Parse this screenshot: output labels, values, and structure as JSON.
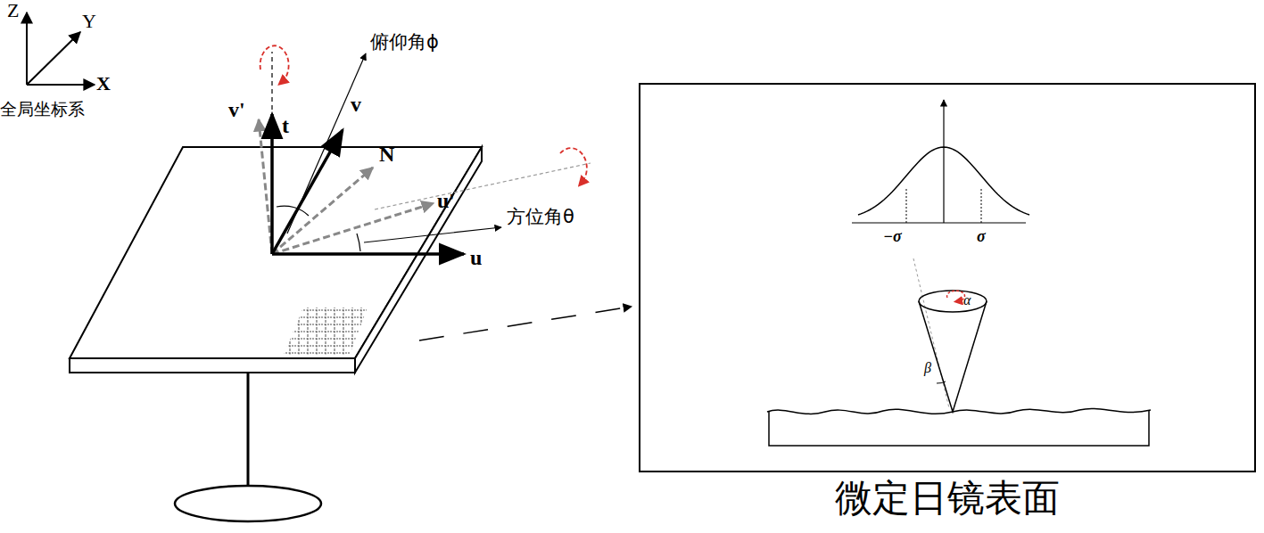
{
  "diagram": {
    "nodes": [
      {
        "text": [
          "微定日镜表面"
        ]
      }
    ],
    "edges": [],
    "labels": [
      "Z",
      "Y",
      "X",
      "全局坐标系",
      "v'",
      "t",
      "v",
      "N",
      "u'",
      "u",
      "俯仰角ϕ",
      "方位角θ",
      "−σ",
      "σ",
      "α",
      "β"
    ]
  }
}
